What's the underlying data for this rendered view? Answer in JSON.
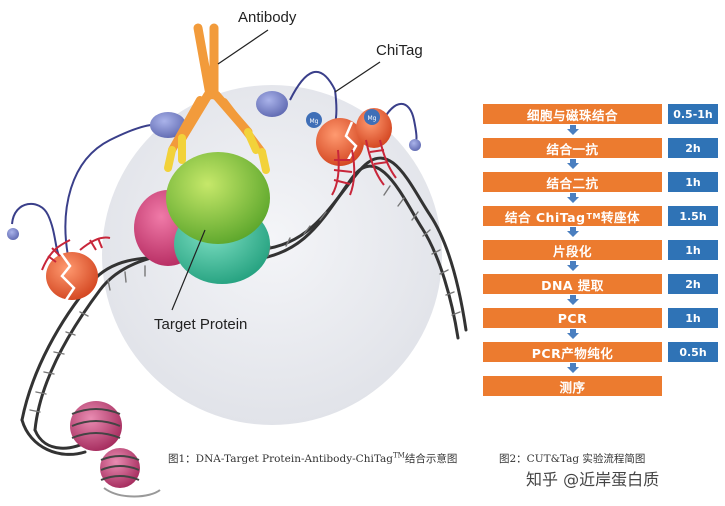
{
  "figure1": {
    "labels": {
      "antibody": "Antibody",
      "chitag": "ChiTag",
      "target": "Target Protein",
      "mg": "Mg"
    },
    "caption_main": "图1：DNA-Target Protein-Antibody-ChiTag",
    "caption_tm": "TM",
    "caption_tail": "结合示意图"
  },
  "figure2": {
    "steps": [
      {
        "label": "细胞与磁珠结合",
        "time": "0.5-1h"
      },
      {
        "label": "结合一抗",
        "time": "2h"
      },
      {
        "label": "结合二抗",
        "time": "1h"
      },
      {
        "label": "结合 ChiTag ",
        "tm": "TM",
        "label_tail": "转座体",
        "time": "1.5h"
      },
      {
        "label": "片段化",
        "time": "1h"
      },
      {
        "label": "DNA 提取",
        "time": "2h"
      },
      {
        "label": "PCR",
        "time": "1h"
      },
      {
        "label": "PCR产物纯化",
        "time": "0.5h"
      },
      {
        "label": "测序"
      }
    ],
    "caption": "图2：CUT&Tag 实验流程简图"
  },
  "watermark": "知乎 @近岸蛋白质",
  "colors": {
    "step_orange": "#ec7b2f",
    "time_blue": "#2f73b6",
    "arrow_blue": "#4a7fc0",
    "antibody_orange": "#f29b3b",
    "antibody_yellow": "#f2d23a",
    "protein_green": "#8cc63f",
    "protein_pink": "#d9437a",
    "protein_teal": "#3bbf9a",
    "transposase_red": "#e8562e",
    "linker_purple": "#7c86c9",
    "dna_dark": "#333333",
    "background_circle": "#e8eaee"
  }
}
